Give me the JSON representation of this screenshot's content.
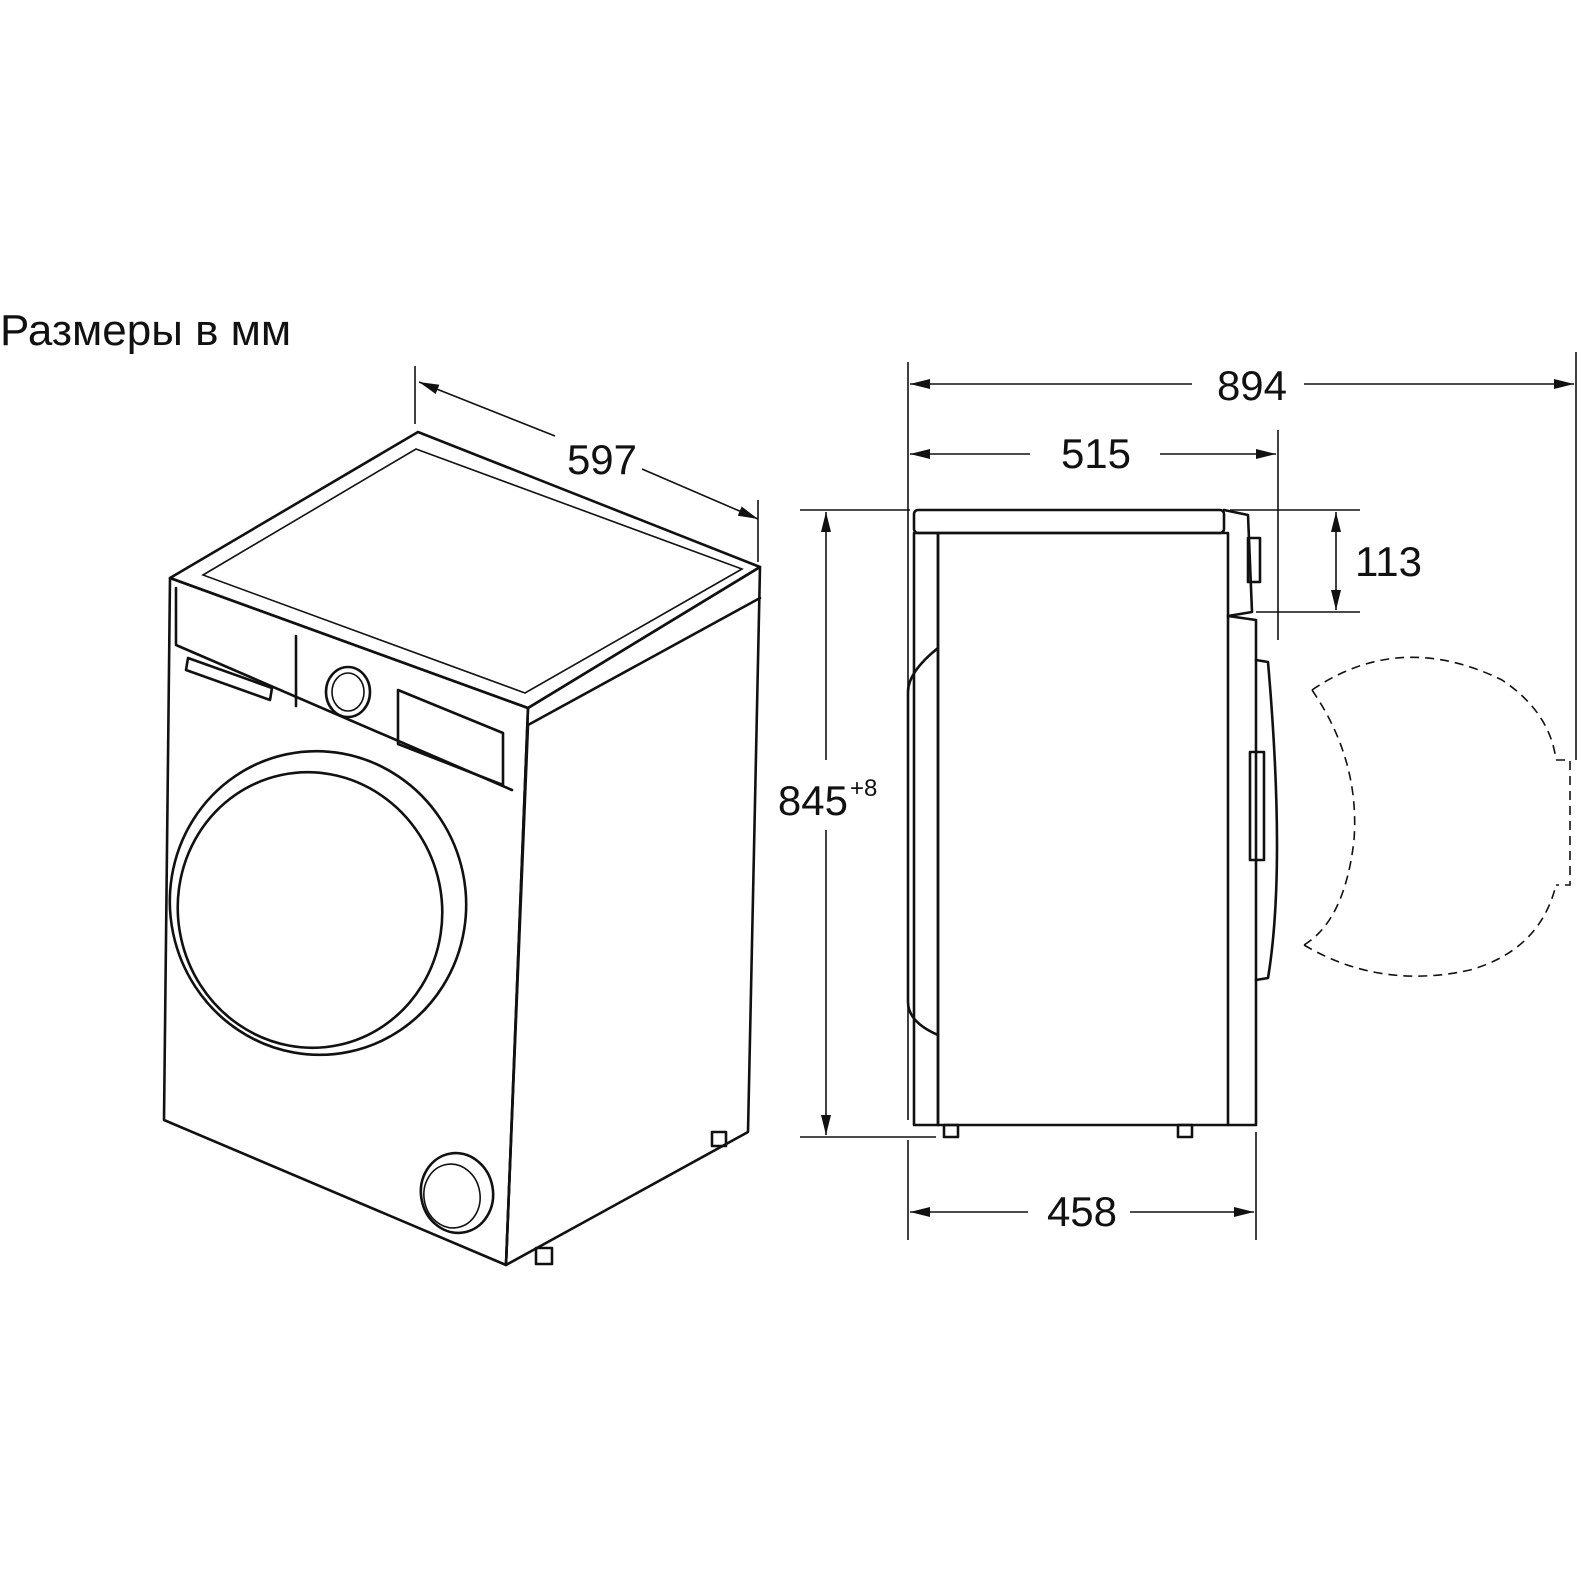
{
  "title": "Размеры в мм",
  "dimensions": {
    "width": "597",
    "depth_with_door_open": "894",
    "depth": "515",
    "panel_height": "113",
    "height": "845",
    "height_tolerance": "+8",
    "body_depth": "458"
  },
  "colors": {
    "line": "#111111",
    "background": "#ffffff"
  }
}
